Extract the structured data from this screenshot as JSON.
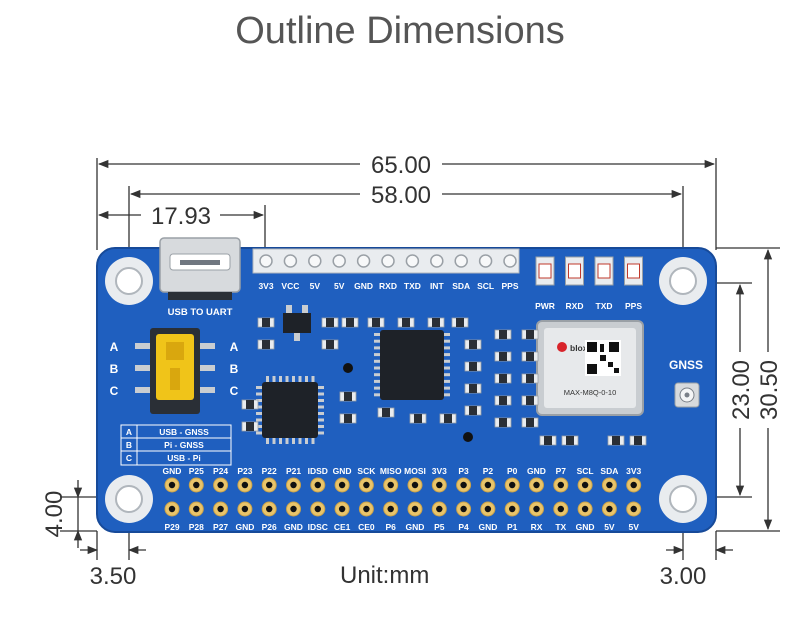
{
  "title": "Outline Dimensions",
  "unit": "Unit:mm",
  "dimensions": {
    "overall_width": "65.00",
    "hole_spacing_x": "58.00",
    "usb_offset": "17.93",
    "overall_height": "30.50",
    "hole_spacing_y": "23.00",
    "hole_offset_y": "4.00",
    "hole_offset_left": "3.50",
    "hole_offset_right": "3.00"
  },
  "board": {
    "color": "#1f5fbf",
    "top_header_labels": [
      "3V3",
      "VCC",
      "5V",
      "5V",
      "GND",
      "RXD",
      "TXD",
      "INT",
      "SDA",
      "SCL",
      "PPS"
    ],
    "led_labels": [
      "PWR",
      "RXD",
      "TXD",
      "PPS"
    ],
    "usb_label": "USB TO UART",
    "gnss_label": "GNSS",
    "module_brand": "blox",
    "module_model": "MAX-M8Q-0-10",
    "switch_rows": [
      "A",
      "B",
      "C"
    ],
    "mode_table": [
      {
        "key": "A",
        "value": "USB - GNSS"
      },
      {
        "key": "B",
        "value": "Pi - GNSS"
      },
      {
        "key": "C",
        "value": "USB - Pi"
      }
    ],
    "gpio_top_labels": [
      "GND",
      "P25",
      "P24",
      "P23",
      "P22",
      "P21",
      "IDSD",
      "GND",
      "SCK",
      "MISO",
      "MOSI",
      "3V3",
      "P3",
      "P2",
      "P0",
      "GND",
      "P7",
      "SCL",
      "SDA",
      "3V3"
    ],
    "gpio_bottom_labels": [
      "P29",
      "P28",
      "P27",
      "GND",
      "P26",
      "GND",
      "IDSC",
      "CE1",
      "CE0",
      "P6",
      "GND",
      "P5",
      "P4",
      "GND",
      "P1",
      "RX",
      "TX",
      "GND",
      "5V",
      "5V"
    ]
  }
}
